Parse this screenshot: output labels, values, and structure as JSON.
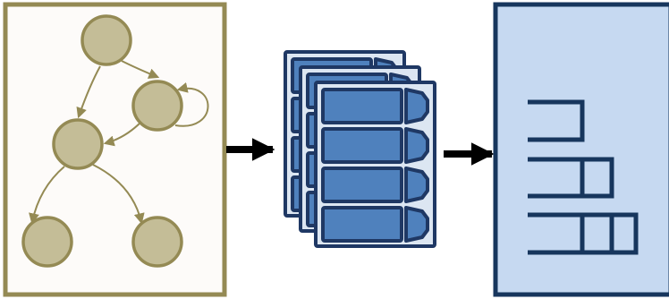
{
  "colors": {
    "graph_panel_bg": "#fdfbf9",
    "graph_panel_border": "#948a54",
    "node_fill": "#c4bd97",
    "node_stroke": "#948a54",
    "edge": "#948a54",
    "arrow": "#000000",
    "card_bg": "#dce6f2",
    "card_border": "#1f3864",
    "cell_fill": "#4f81bd",
    "result_panel_bg": "#c6d9f1",
    "result_panel_border": "#17365d",
    "result_lines": "#17365d"
  },
  "diagram": {
    "graph": {
      "node_count": 5,
      "self_loop": true
    },
    "stack": {
      "card_count": 3,
      "rows_per_card": 4
    },
    "result": {
      "bar_rows": 3
    }
  }
}
